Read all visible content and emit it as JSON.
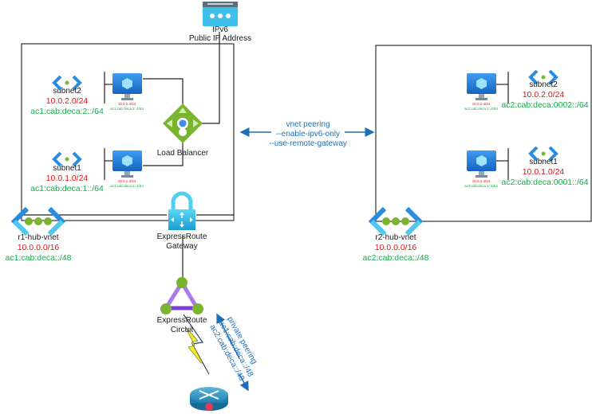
{
  "public_ip": {
    "line1": "IPv6",
    "line2": "Public IP Address"
  },
  "load_balancer": {
    "label": "Load Balancer"
  },
  "region1": {
    "vnet": {
      "name": "r1-hub-vnet",
      "ipv4": "10.0.0.0/16",
      "ipv6": "ac1:cab:deca::/48"
    },
    "subnet2": {
      "name": "subnet2",
      "ipv4": "10.0.2.0/24",
      "ipv6": "ac1:cab:deca:2::/64",
      "vm_ipv4": "10.0.2.4/24",
      "vm_ipv6": "ac1:cab:deca:2::4/64"
    },
    "subnet1": {
      "name": "subnet1",
      "ipv4": "10.0.1.0/24",
      "ipv6": "ac1:cab:deca:1::/64",
      "vm_ipv4": "10.0.1.4/24",
      "vm_ipv6": "ac1:cab:deca:1::4/64"
    }
  },
  "region2": {
    "vnet": {
      "name": "r2-hub-vnet",
      "ipv4": "10.0.0.0/16",
      "ipv6": "ac2:cab:deca::/48"
    },
    "subnet2": {
      "name": "subnet2",
      "ipv4": "10.0.2.0/24",
      "ipv6": "ac2:cab:deca:0002::/64",
      "vm_ipv4": "10.0.2.4/24",
      "vm_ipv6": "ac2:cab:deca:2::4/64"
    },
    "subnet1": {
      "name": "subnet1",
      "ipv4": "10.0.1.0/24",
      "ipv6": "ac2:cab:deca:0001::/64",
      "vm_ipv4": "10.0.1.4/24",
      "vm_ipv6": "ac2:cab:deca:1::4/64"
    }
  },
  "peering": {
    "line1": "vnet peering",
    "line2": "--enable-ipv6-only",
    "line3": "--use-remote-gateway"
  },
  "er_gateway": {
    "line1": "ExpressRoute",
    "line2": "Gateway"
  },
  "er_circuit": {
    "line1": "ExpressRoute",
    "line2": "Circuit"
  },
  "private_peering": {
    "line1": "private peering",
    "line2": "ac1:cab:deca::/48",
    "line3": "ac2:cab:deca::/48"
  },
  "colors": {
    "ipv4": "#e8140f",
    "ipv6": "#1aa848",
    "annotation": "#1f6fb8",
    "vnet_border": "#333333"
  }
}
